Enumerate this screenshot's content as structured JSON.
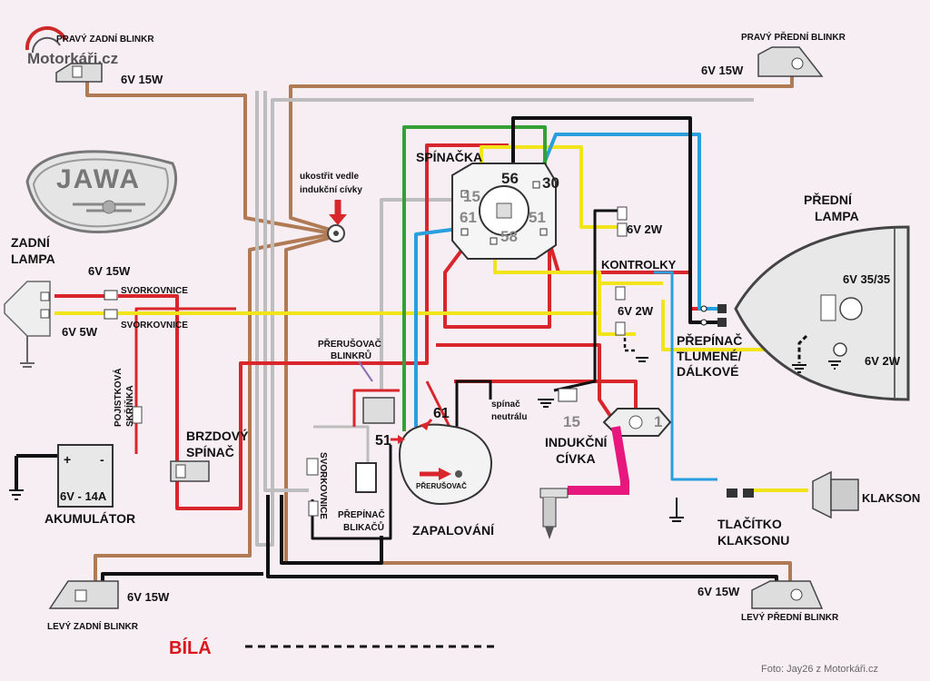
{
  "site": {
    "logo": "Motorkáři.cz"
  },
  "brand": {
    "emblem": "JAWA"
  },
  "labels": {
    "rear_right_blinker": "PRAVÝ ZADNÍ BLINKR",
    "rear_right_blinker_power": "6V 15W",
    "front_right_blinker": "PRAVÝ PŘEDNÍ BLINKR",
    "front_right_blinker_power": "6V 15W",
    "ground_point_1": "ukostřit vedle",
    "ground_point_2": "indukční cívky",
    "switch": "SPÍNAČKA",
    "switch_pin_56": "56",
    "switch_pin_30": "30",
    "switch_pin_15": "15",
    "switch_pin_61": "61",
    "switch_pin_51": "51",
    "switch_pin_58": "58",
    "headlamp_1": "PŘEDNÍ",
    "headlamp_2": "LAMPA",
    "headlamp_bulb": "6V 35/35",
    "headlamp_parking": "6V 2W",
    "indicators_power": "6V 2W",
    "indicators": "KONTROLKY",
    "indicators_power_2": "6V 2W",
    "dimmer_1": "PŘEPÍNAČ",
    "dimmer_2": "TLUMENÉ/",
    "dimmer_3": "DÁLKOVÉ",
    "rear_lamp_1": "ZADNÍ",
    "rear_lamp_2": "LAMPA",
    "rear_lamp_power": "6V 15W",
    "rear_lamp_power_2": "6V 5W",
    "terminal_block": "SVORKOVNICE",
    "terminal_block_2": "SVORKOVNICE",
    "fuse_1": "POJISTKOVÁ",
    "fuse_2": "SKŘÍŇKA",
    "flasher_1": "PŘERUŠOVAČ",
    "flasher_2": "BLINKRŮ",
    "brake_1": "BRZDOVÝ",
    "brake_2": "SPÍNAČ",
    "battery": "6V - 14A",
    "battery_plus": "+",
    "battery_minus": "-",
    "battery_name": "AKUMULÁTOR",
    "terminal_block_vertical": "SVORKOVNICE",
    "blinker_switch_1": "PŘEPÍNAČ",
    "blinker_switch_2": "BLIKAČŮ",
    "ignition": "ZAPALOVÁNÍ",
    "breaker": "PŘERUŠOVAČ",
    "ign_pin_61": "61",
    "ign_pin_51": "51",
    "neutral_1": "spínač",
    "neutral_2": "neutrálu",
    "coil_1": "INDUKČNÍ",
    "coil_2": "CÍVKA",
    "coil_pin_15": "15",
    "coil_pin_1": "1",
    "horn": "KLAKSON",
    "horn_button_1": "TLAČÍTKO",
    "horn_button_2": "KLAKSONU",
    "rear_left_blinker": "LEVÝ ZADNÍ BLINKR",
    "rear_left_blinker_power": "6V 15W",
    "front_left_blinker": "LEVÝ PŘEDNÍ BLINKR",
    "front_left_blinker_power": "6V 15W",
    "white_legend": "BÍLÁ",
    "credit": "Foto: Jay26 z Motorkáři.cz"
  },
  "colors": {
    "brown": "#b07a55",
    "red": "#d9262c",
    "yellow": "#f2e41a",
    "blue": "#2a9fde",
    "green": "#35a035",
    "black": "#111111",
    "grey": "#bdbdbd",
    "magenta": "#e8177e",
    "legend_red": "#d8161c"
  }
}
